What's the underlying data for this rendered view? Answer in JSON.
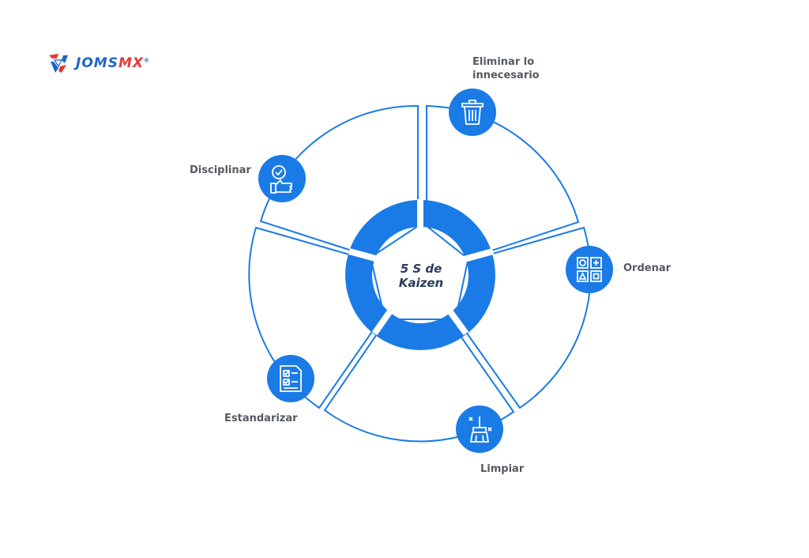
{
  "brand": {
    "name_part1": "JOMS",
    "name_part2": "MX",
    "mark": "registered"
  },
  "center": {
    "line1": "5 S de",
    "line2": "Kaizen"
  },
  "colors": {
    "primary": "#1b7be6",
    "label": "#555a61",
    "logo_blue": "#1e64c8",
    "logo_red": "#e23b3b"
  },
  "steps": [
    {
      "label_line1": "Eliminar lo",
      "label_line2": "innecesario",
      "icon": "trash-can-icon"
    },
    {
      "label_line1": "Ordenar",
      "label_line2": "",
      "icon": "organize-grid-icon"
    },
    {
      "label_line1": "Limpiar",
      "label_line2": "",
      "icon": "broom-sparkle-icon"
    },
    {
      "label_line1": "Estandarizar",
      "label_line2": "",
      "icon": "checklist-document-icon"
    },
    {
      "label_line1": "Disciplinar",
      "label_line2": "",
      "icon": "thumbs-up-check-icon"
    }
  ]
}
